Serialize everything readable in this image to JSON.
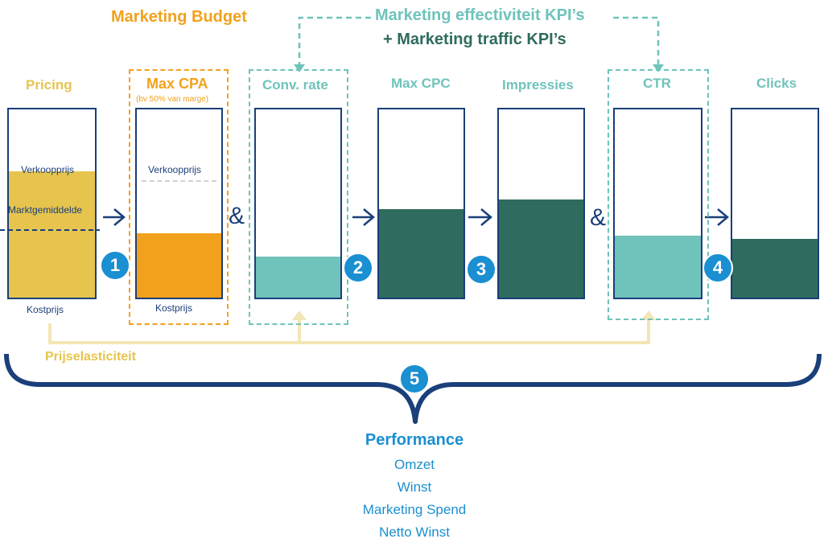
{
  "colors": {
    "navy": "#1a3f7a",
    "orange": "#f2a11c",
    "yellow": "#e6c44e",
    "teal_light": "#6fc3bb",
    "teal_dark": "#2f6b5e",
    "blue": "#1a8fd1",
    "pale_yellow": "#f3e6b5"
  },
  "header": {
    "budget_label": "Marketing Budget",
    "kpi_effect_label": "Marketing effectiviteit KPI’s",
    "kpi_traffic_label": "+ Marketing traffic KPI’s"
  },
  "columns": {
    "pricing": {
      "title": "Pricing",
      "verkoopprijs": "Verkoopprijs",
      "marktgemiddelde": "Marktgemiddelde",
      "kostprijs": "Kostprijs",
      "fill_level": 0.67
    },
    "max_cpa": {
      "title": "Max CPA",
      "subtitle": "(bv 50% van marge)",
      "verkoopprijs": "Verkoopprijs",
      "kostprijs": "Kostprijs",
      "fill_level": 0.34
    },
    "conv_rate": {
      "title": "Conv. rate",
      "fill_level": 0.22
    },
    "max_cpc": {
      "title": "Max CPC",
      "fill_level": 0.47
    },
    "impressies": {
      "title": "Impressies",
      "fill_level": 0.52
    },
    "ctr": {
      "title": "CTR",
      "fill_level": 0.33
    },
    "clicks": {
      "title": "Clicks",
      "fill_level": 0.31
    }
  },
  "connectors": {
    "amp1": "&",
    "amp2": "&"
  },
  "badges": [
    "1",
    "2",
    "3",
    "4",
    "5"
  ],
  "prijselasticiteit_label": "Prijselasticiteit",
  "performance": {
    "title": "Performance",
    "items": [
      "Omzet",
      "Winst",
      "Marketing Spend",
      "Netto Winst"
    ]
  }
}
